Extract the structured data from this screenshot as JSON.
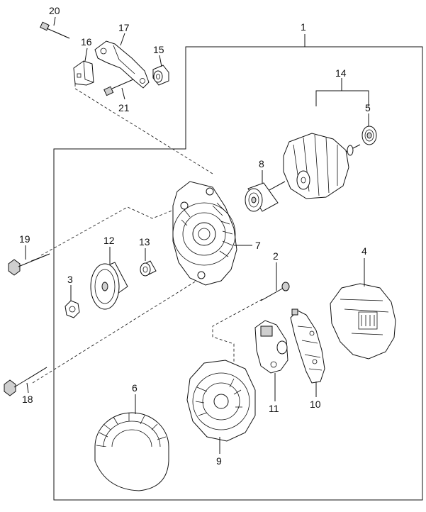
{
  "diagram": {
    "colors": {
      "ink": "#111111",
      "background": "#ffffff",
      "shade": "#cfcfcf"
    },
    "callouts": {
      "c1": "1",
      "c2": "2",
      "c3": "3",
      "c4": "4",
      "c5": "5",
      "c6": "6",
      "c7": "7",
      "c8": "8",
      "c9": "9",
      "c10": "10",
      "c11": "11",
      "c12": "12",
      "c13": "13",
      "c14": "14",
      "c15": "15",
      "c16": "16",
      "c17": "17",
      "c18": "18",
      "c19": "19",
      "c20": "20",
      "c21": "21"
    }
  }
}
